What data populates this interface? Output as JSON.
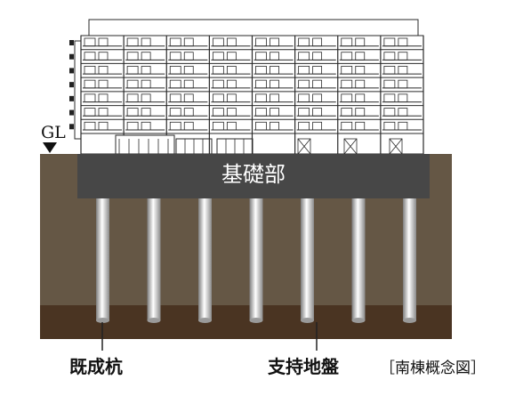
{
  "ground_level": {
    "label": "GL"
  },
  "foundation": {
    "label": "基礎部"
  },
  "pile_caption": "既成杭",
  "bearing_layer_caption": "支持地盤",
  "note": "［南棟概念図］",
  "pile_count": 7,
  "building": {
    "floors": 7,
    "bays": 8
  },
  "colors": {
    "soil": "#655745",
    "bearing_layer": "#4a3422",
    "foundation": "#474747",
    "pile": "#c9c9c9",
    "line": "#2a2a2a"
  }
}
